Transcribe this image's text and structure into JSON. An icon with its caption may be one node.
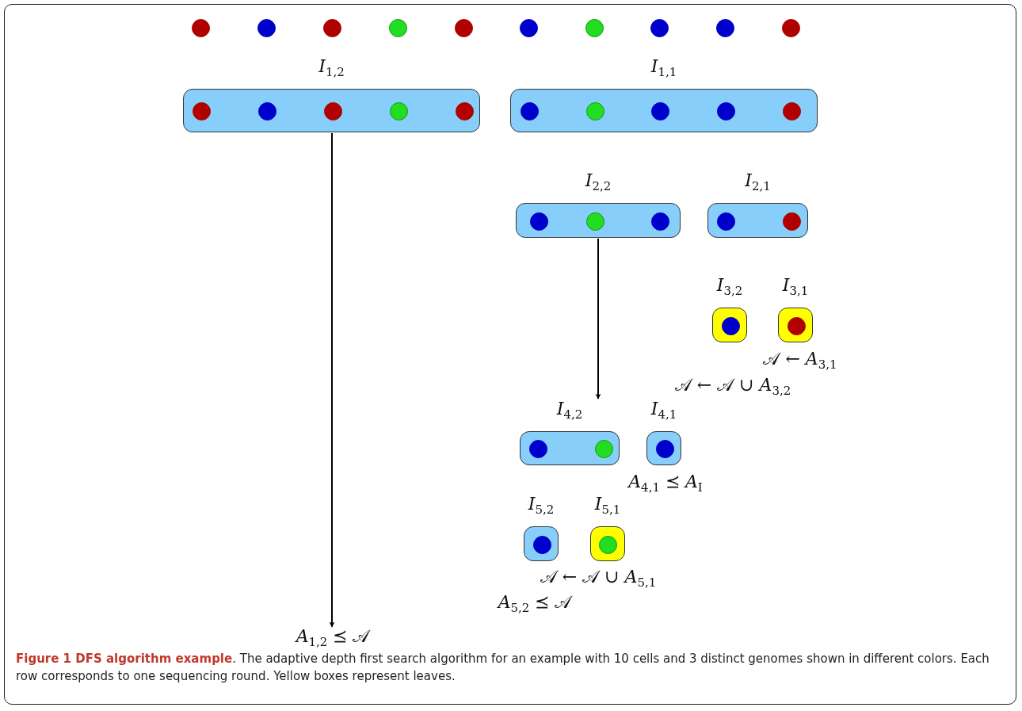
{
  "diagram": {
    "caption": "**Figure 1 DFS algorithm example**. The adaptive depth first search algorithm for an example with 10 cells and 3 distinct genomes shown in different colors. Each row corresponds to one sequencing round. Yellow boxes represent leaves.",
    "nodes": [
      {
        "text": [],
        "shape": "circle"
      },
      {
        "text": [],
        "shape": "circle"
      },
      {
        "text": [],
        "shape": "circle"
      },
      {
        "text": [],
        "shape": "circle"
      },
      {
        "text": [],
        "shape": "circle"
      },
      {
        "text": [],
        "shape": "circle"
      },
      {
        "text": [],
        "shape": "circle"
      },
      {
        "text": [],
        "shape": "circle"
      },
      {
        "text": [],
        "shape": "circle"
      },
      {
        "text": [],
        "shape": "circle"
      },
      {
        "text": [
          "*I*$_{1,2}$"
        ]
      },
      {
        "text": [],
        "shape": "circle",
        "in": 10
      },
      {
        "text": [],
        "shape": "circle",
        "in": 10
      },
      {
        "text": [],
        "shape": "circle",
        "in": 10
      },
      {
        "text": [],
        "shape": "circle",
        "in": 10
      },
      {
        "text": [],
        "shape": "circle",
        "in": 10
      },
      {
        "text": [
          "*I*$_{1,1}$"
        ]
      },
      {
        "text": [],
        "shape": "circle",
        "in": 16
      },
      {
        "text": [],
        "shape": "circle",
        "in": 16
      },
      {
        "text": [],
        "shape": "circle",
        "in": 16
      },
      {
        "text": [],
        "shape": "circle",
        "in": 16
      },
      {
        "text": [],
        "shape": "circle",
        "in": 16
      },
      {
        "text": [
          "*I*$_{2,2}$"
        ]
      },
      {
        "text": [],
        "shape": "circle",
        "in": 22
      },
      {
        "text": [],
        "shape": "circle",
        "in": 22
      },
      {
        "text": [],
        "shape": "circle",
        "in": 22
      },
      {
        "text": [
          "*I*$_{2,1}$"
        ]
      },
      {
        "text": [],
        "shape": "circle",
        "in": 26
      },
      {
        "text": [],
        "shape": "circle",
        "in": 26
      },
      {
        "text": [
          "*I*$_{3,2}$"
        ]
      },
      {
        "text": [],
        "shape": "circle",
        "in": 29
      },
      {
        "text": [
          "*I*$_{3,1}$"
        ]
      },
      {
        "text": [],
        "shape": "circle",
        "in": 31
      },
      {
        "text": [
          "*I*$_{4,2}$"
        ]
      },
      {
        "text": [],
        "shape": "circle",
        "in": 33
      },
      {
        "text": [],
        "shape": "circle",
        "in": 33
      },
      {
        "text": [
          "*I*$_{4,1}$"
        ]
      },
      {
        "text": [],
        "shape": "circle",
        "in": 36
      },
      {
        "text": [
          "*I*$_{5,2}$"
        ]
      },
      {
        "text": [],
        "shape": "circle",
        "in": 38
      },
      {
        "text": [
          "*I*$_{5,1}$"
        ]
      },
      {
        "text": [],
        "shape": "circle",
        "in": 40
      },
      {
        "text": [
          "*A*$_{1,2}$ ⪯ 𝒜"
        ]
      }
    ],
    "edges": [
      {
        "from": 10,
        "to": 42,
        "arrow": "to"
      },
      {
        "from": 22,
        "to": 33,
        "arrow": "to"
      }
    ],
    "labels": [
      "𝒜 ← *A*$_{3,1}$",
      "𝒜 ← 𝒜 ∪ *A*$_{3,2}$",
      "*A*$_{4,1}$ ⪯ *A*$_{I}$",
      "𝒜 ← 𝒜 ∪ *A*$_{5,1}$",
      "*A*$_{5,2}$ ⪯ 𝒜"
    ]
  }
}
